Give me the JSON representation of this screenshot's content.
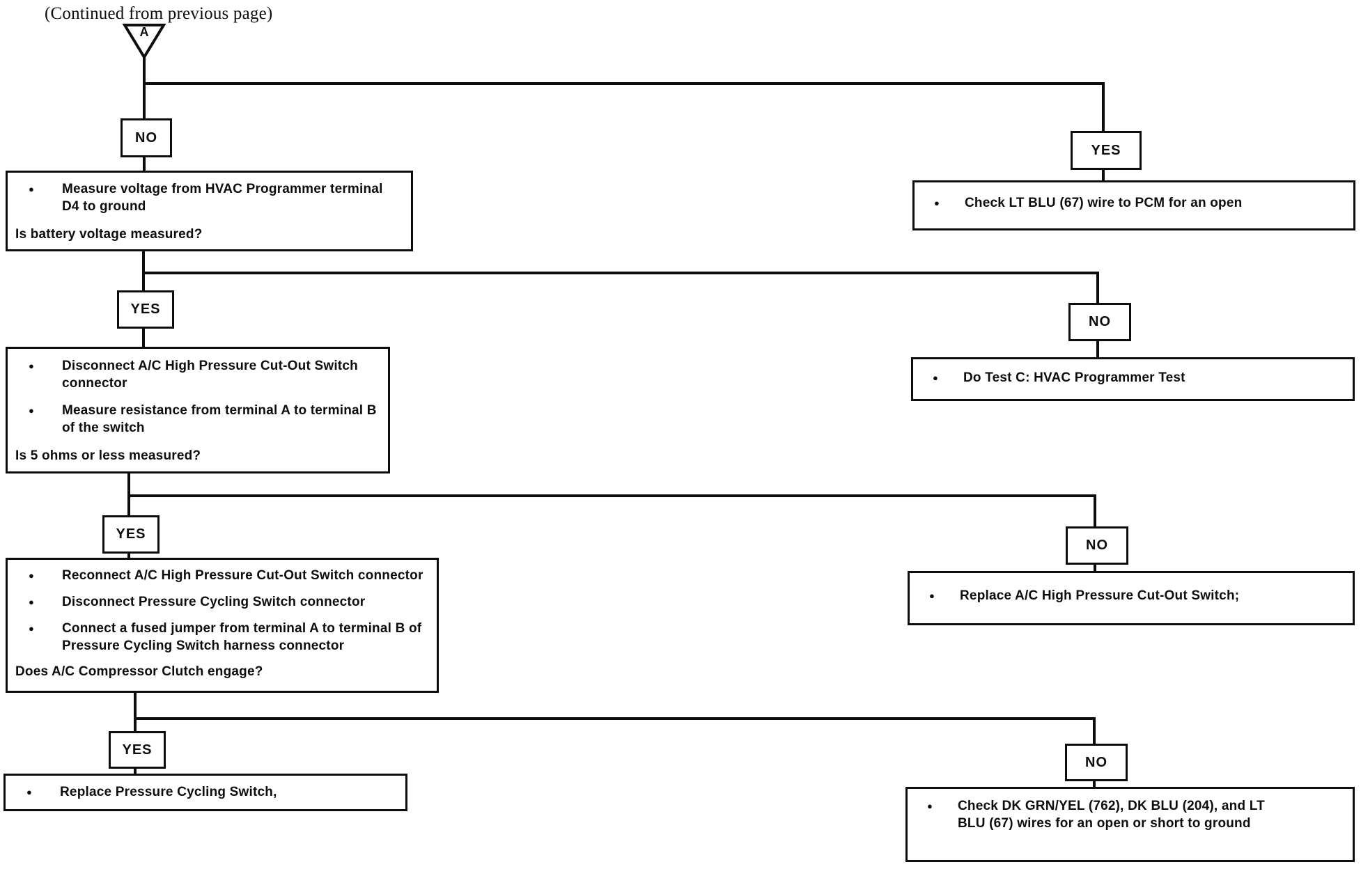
{
  "page": {
    "continued_note": "(Continued from previous page)",
    "connector_label": "A",
    "line_color": "#0d0d0d",
    "background": "#ffffff"
  },
  "flow": {
    "levels": [
      {
        "left": {
          "label": "NO",
          "bullets": [
            "Measure voltage from HVAC Programmer terminal D4 to ground"
          ],
          "question": "Is battery voltage measured?"
        },
        "right": {
          "label": "YES",
          "bullets": [
            "Check LT BLU (67) wire to PCM for an open"
          ]
        }
      },
      {
        "left": {
          "label": "YES",
          "bullets": [
            "Disconnect A/C High Pressure Cut-Out Switch connector",
            "Measure resistance from terminal A to terminal B of the switch"
          ],
          "question": "Is 5 ohms or less measured?"
        },
        "right": {
          "label": "NO",
          "bullets": [
            "Do Test C: HVAC Programmer Test"
          ]
        }
      },
      {
        "left": {
          "label": "YES",
          "bullets": [
            "Reconnect A/C High Pressure Cut-Out Switch connector",
            "Disconnect Pressure Cycling Switch connector",
            "Connect a fused jumper from terminal A to terminal B of Pressure Cycling Switch harness connector"
          ],
          "question": "Does A/C Compressor Clutch engage?"
        },
        "right": {
          "label": "NO",
          "bullets": [
            "Replace A/C High Pressure Cut-Out Switch;"
          ]
        }
      },
      {
        "left": {
          "label": "YES",
          "bullets": [
            "Replace Pressure Cycling Switch,"
          ]
        },
        "right": {
          "label": "NO",
          "bullets": [
            "Check DK GRN/YEL (762), DK BLU (204), and LT BLU (67) wires for an open or short to ground"
          ]
        }
      }
    ]
  }
}
